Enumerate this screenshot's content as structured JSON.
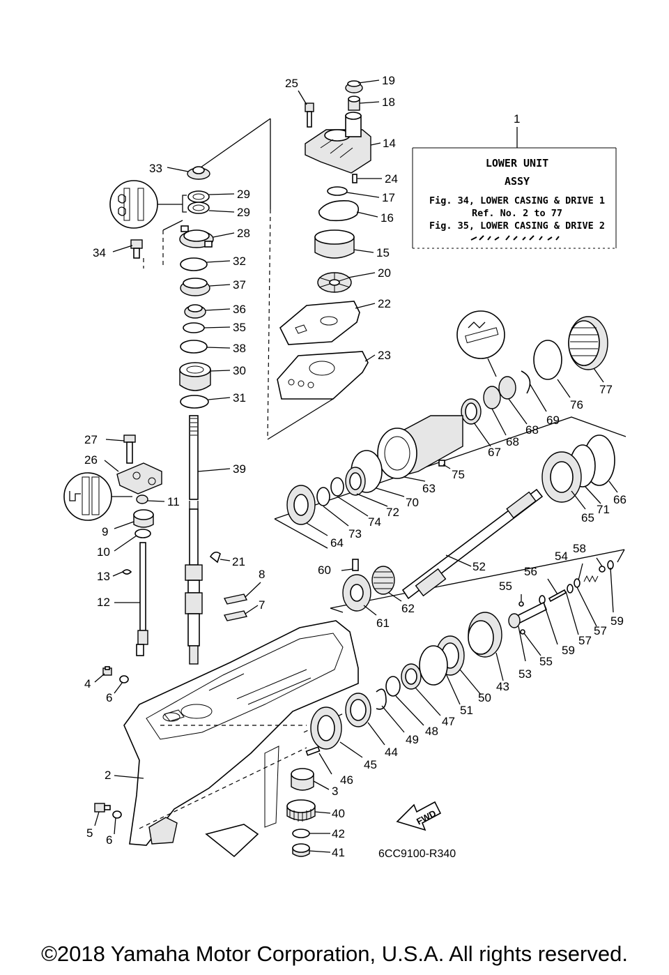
{
  "info_box": {
    "ref_number": "1",
    "line1": "LOWER UNIT",
    "line2": "ASSY",
    "line3": "Fig. 34, LOWER CASING & DRIVE 1",
    "line4": "Ref. No. 2 to 77",
    "line5": "Fig. 35, LOWER CASING & DRIVE 2"
  },
  "diagram_code": "6CC9100-R340",
  "fwd_label": "FWD",
  "copyright": "©2018 Yamaha Motor Corporation, U.S.A. All rights reserved.",
  "callouts": [
    "2",
    "3",
    "4",
    "5",
    "6",
    "6",
    "7",
    "8",
    "9",
    "10",
    "11",
    "12",
    "13",
    "14",
    "15",
    "16",
    "17",
    "18",
    "19",
    "20",
    "21",
    "22",
    "23",
    "24",
    "25",
    "26",
    "27",
    "28",
    "29",
    "29",
    "30",
    "31",
    "32",
    "33",
    "34",
    "35",
    "36",
    "37",
    "38",
    "39",
    "40",
    "41",
    "42",
    "43",
    "44",
    "45",
    "46",
    "47",
    "48",
    "49",
    "50",
    "51",
    "52",
    "53",
    "54",
    "55",
    "55",
    "56",
    "57",
    "57",
    "58",
    "59",
    "59",
    "60",
    "61",
    "62",
    "63",
    "64",
    "65",
    "66",
    "67",
    "68",
    "68",
    "69",
    "70",
    "71",
    "72",
    "73",
    "74",
    "75",
    "76",
    "77"
  ]
}
